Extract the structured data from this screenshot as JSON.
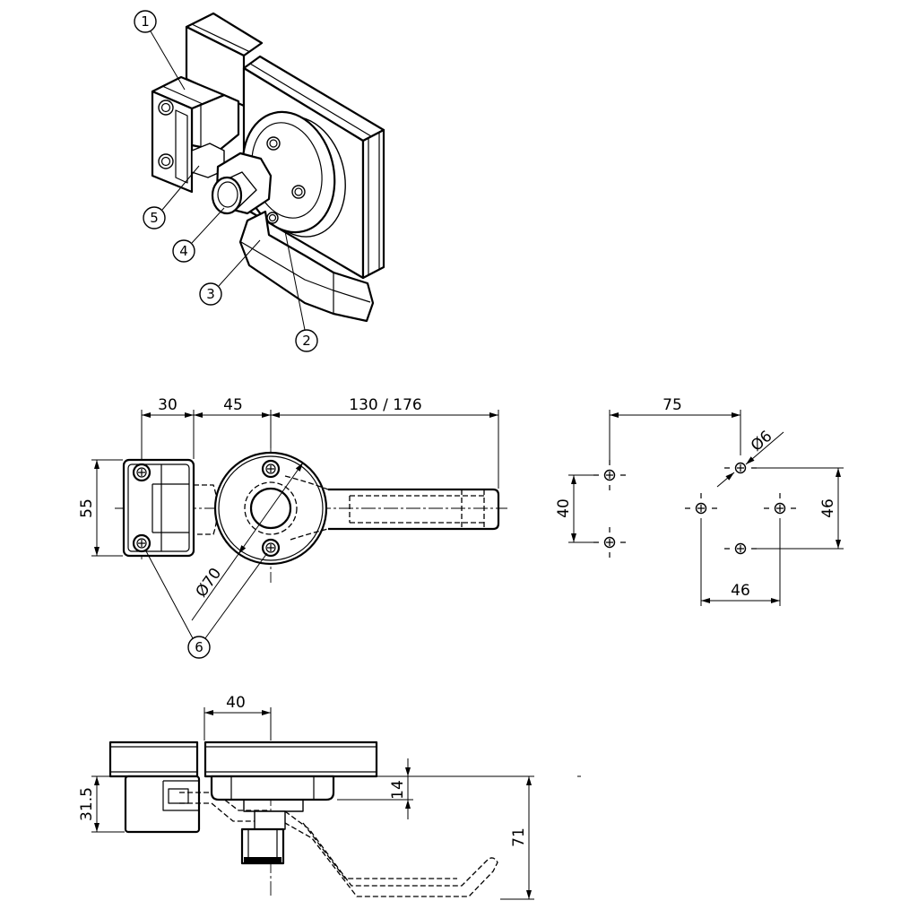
{
  "isometric_view": {
    "callout_1": "1",
    "callout_2": "2",
    "callout_3": "3",
    "callout_4": "4",
    "callout_5": "5"
  },
  "front_view": {
    "dim_bracket_width": "30",
    "dim_bracket_to_center": "45",
    "dim_lever_length": "130 / 176",
    "dim_bracket_height": "55",
    "dim_rosette_diameter": "Ø70",
    "callout_6": "6"
  },
  "hole_pattern": {
    "dim_left_to_right": "75",
    "dim_hole_diameter": "Ø6",
    "dim_left_pair_spacing": "40",
    "dim_vertical_spacing": "46",
    "dim_horizontal_spacing": "46"
  },
  "side_view": {
    "dim_hub_offset": "40",
    "dim_bracket_depth": "31.5",
    "dim_rosette_depth": "14",
    "dim_overall_depth": "71"
  },
  "colors": {
    "line": "#000000",
    "background": "#ffffff"
  }
}
